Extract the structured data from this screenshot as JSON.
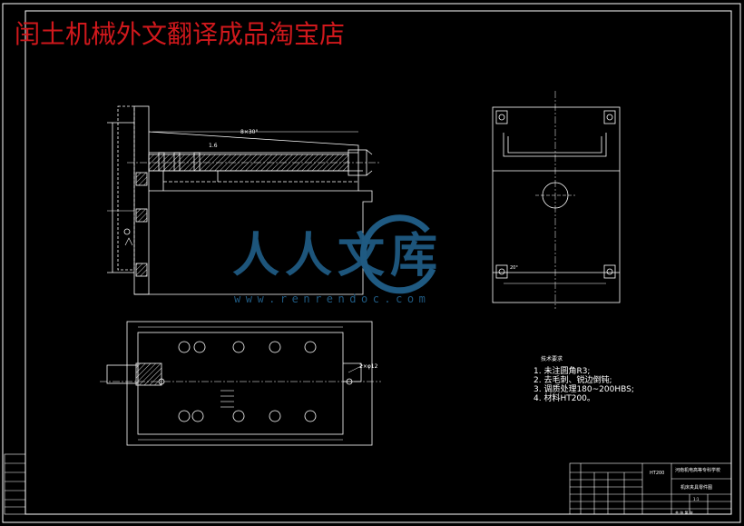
{
  "header": {
    "shop_name": "闰土机械外文翻译成品淘宝店"
  },
  "watermark": {
    "logo_text": "人人文库",
    "url": "www.renrendoc.com",
    "color": "#1f5a82"
  },
  "drawing": {
    "annotations": {
      "chamfer": "8×30°",
      "angle": "20°",
      "roughness": "1.6",
      "hole_spec": "2×φ12"
    },
    "technical_requirements": {
      "title": "技术要求",
      "items": [
        "1. 未注圆角R3;",
        "2. 去毛刺、锐边倒钝;",
        "3. 调质处理180~200HBS;",
        "4. 材料HT200。"
      ]
    },
    "title_block": {
      "school": "河南机电高等专科学校",
      "part_name": "机床夹具零件图",
      "material": "HT200",
      "scale": "1:1",
      "sheet": "共 张 第 张"
    }
  },
  "colors": {
    "background": "#000000",
    "lines": "#ffffff",
    "title": "#d0181c",
    "hatch": "#ffffff"
  }
}
